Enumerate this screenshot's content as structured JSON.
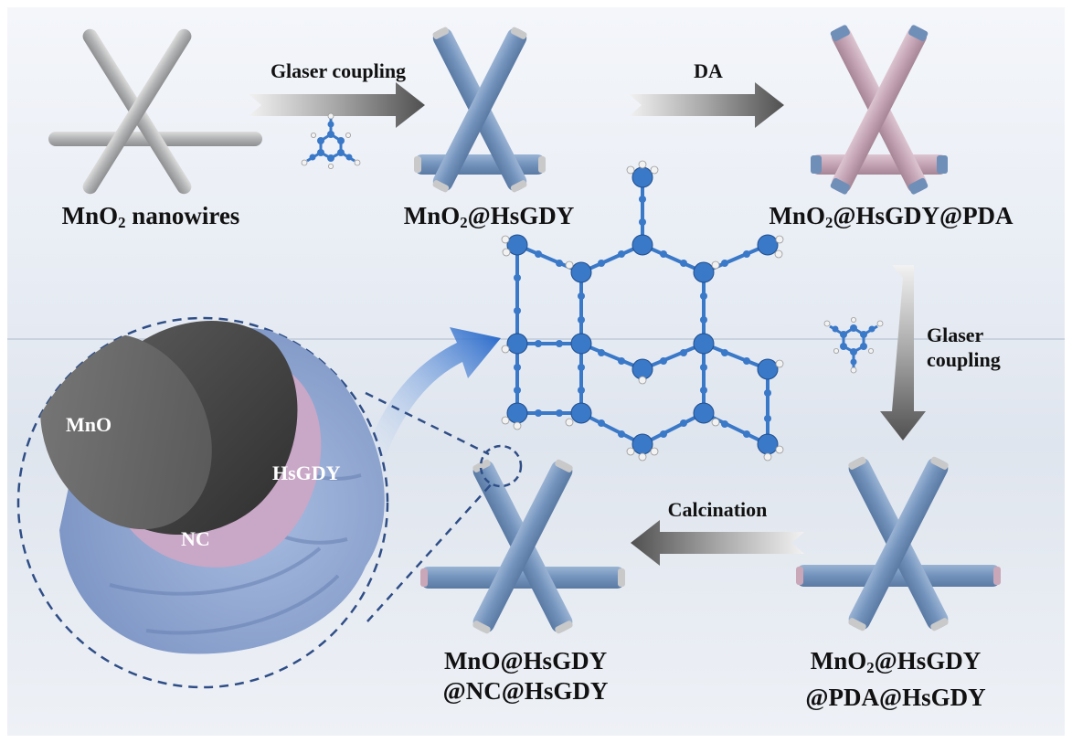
{
  "labels": {
    "mno2": "MnO",
    "mno2_sub": "2",
    "mno2_rest": " nanowires",
    "hsgdy_a": "MnO",
    "hsgdy_sub": "2",
    "hsgdy_rest": "@HsGDY",
    "pda_a": "MnO",
    "pda_sub": "2",
    "pda_rest": "@HsGDY@PDA",
    "final_a_line1_a": "MnO",
    "final_a_line1_sub": "2",
    "final_a_line1_rest": "@HsGDY",
    "final_a_line2": "@PDA@HsGDY",
    "final_b_line1": "MnO@HsGDY",
    "final_b_line2": "@NC@HsGDY"
  },
  "steps": {
    "glaser1": "Glaser coupling",
    "da": "DA",
    "glaser2_line1": "Glaser",
    "glaser2_line2": "coupling",
    "calcination": "Calcination"
  },
  "inset": {
    "core": "MnO",
    "nc": "NC",
    "shell": "HsGDY"
  },
  "colors": {
    "gray_rod": "#b9babb",
    "hsgdy_blue": "#6f8fb8",
    "pda_pink": "#c7a7b8",
    "arrow_dark": "#5a5a5a",
    "atom_blue": "#3a78c8",
    "atom_white": "#f2f2f2"
  }
}
